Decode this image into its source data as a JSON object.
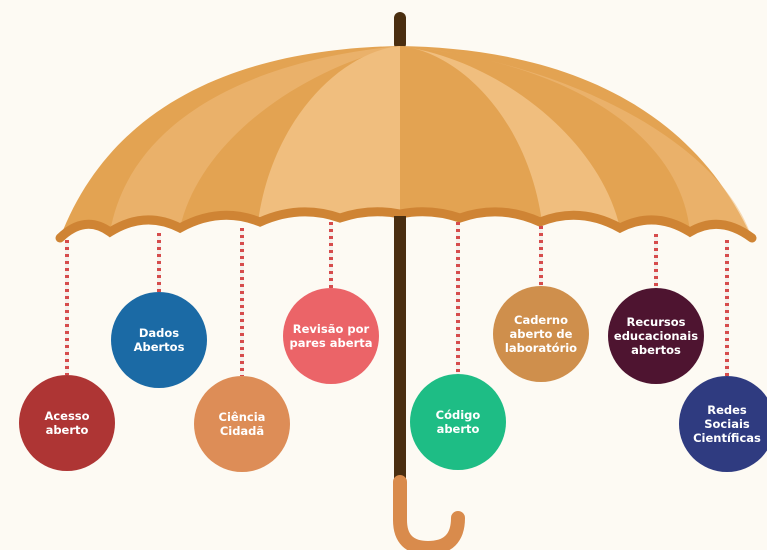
{
  "colors": {
    "background": "#fdfaf3",
    "canopy_dark": "#e3a352",
    "canopy_light": "#f0be7e",
    "canopy_rim": "#cf8434",
    "shaft": "#4a2e10",
    "handle": "#d98b4c",
    "string_red": "#d64c4c",
    "string_white": "#f4f0ec"
  },
  "items": [
    {
      "lines": [
        "Acesso",
        "aberto"
      ],
      "color": "#ae3534",
      "icon": "circle-badge"
    },
    {
      "lines": [
        "Dados",
        "Abertos"
      ],
      "color": "#1b6aa5",
      "icon": "circle-badge"
    },
    {
      "lines": [
        "Ciência",
        "Cidadã"
      ],
      "color": "#dd8d57",
      "icon": "circle-badge"
    },
    {
      "lines": [
        "Revisão por",
        "pares aberta"
      ],
      "color": "#eb6468",
      "icon": "circle-badge"
    },
    {
      "lines": [
        "Código",
        "aberto"
      ],
      "color": "#1ebd85",
      "icon": "circle-badge"
    },
    {
      "lines": [
        "Caderno",
        "aberto de",
        "laboratório"
      ],
      "color": "#cf8f4c",
      "icon": "circle-badge"
    },
    {
      "lines": [
        "Recursos",
        "educacionais",
        "abertos"
      ],
      "color": "#4e1430",
      "icon": "circle-badge"
    },
    {
      "lines": [
        "Redes",
        "Sociais",
        "Científicas"
      ],
      "color": "#2f3b80",
      "icon": "circle-badge"
    }
  ]
}
